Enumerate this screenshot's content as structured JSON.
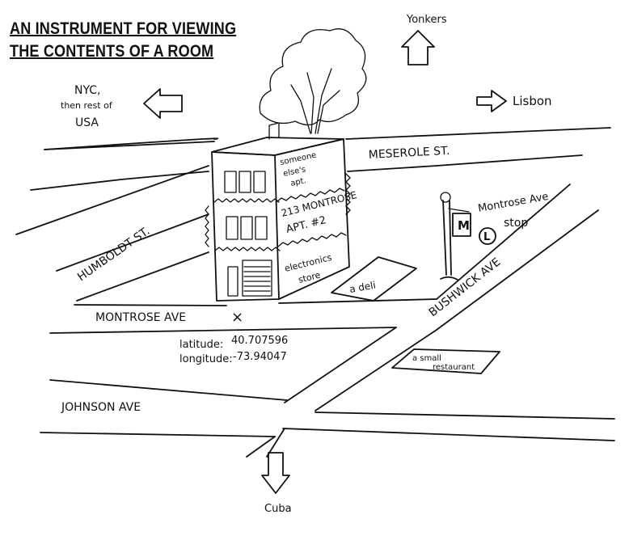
{
  "title": {
    "line1": "AN INSTRUMENT FOR VIEWING",
    "line2": "THE CONTENTS OF A ROOM"
  },
  "directions": {
    "north": "Yonkers",
    "west_line1": "NYC,",
    "west_line2": "then rest of",
    "west_line3": "USA",
    "east": "Lisbon",
    "south": "Cuba"
  },
  "streets": {
    "meserole": "MESEROLE ST.",
    "humboldt": "HUMBOLDT ST.",
    "montrose": "MONTROSE AVE",
    "bushwick": "BUSHWICK AVE",
    "johnson": "JOHNSON AVE"
  },
  "building": {
    "top_floor_line1": "someone",
    "top_floor_line2": "else's",
    "top_floor_line3": "apt.",
    "address_line1": "213 MONTROSE",
    "address_line2": "APT. #2",
    "ground_line1": "electronics",
    "ground_line2": "store"
  },
  "subway": {
    "sign_letter": "M",
    "line_letter": "L",
    "label_line1": "Montrose Ave",
    "label_line2": "stop"
  },
  "places": {
    "deli": "a deli",
    "restaurant_line1": "a small",
    "restaurant_line2": "restaurant"
  },
  "location": {
    "latitude_label": "latitude:",
    "latitude_value": "40.707596",
    "longitude_label": "longitude:",
    "longitude_value": "-73.94047",
    "marker": "×"
  }
}
